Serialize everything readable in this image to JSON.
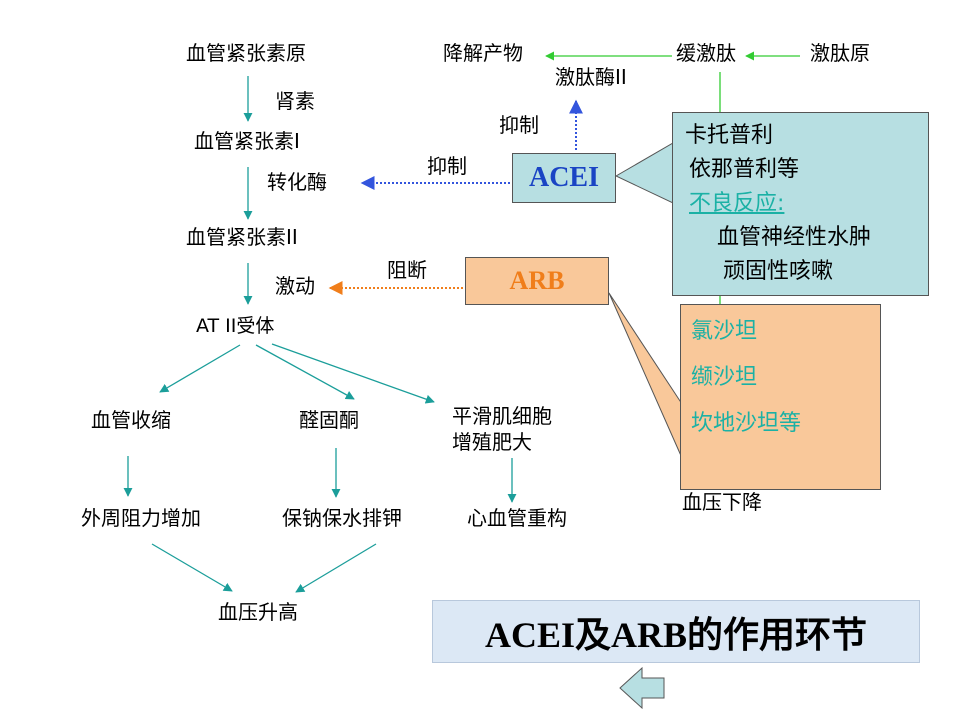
{
  "left_chain": {
    "angiotensinogen": "血管紧张素原",
    "renin": "肾素",
    "angiotensin_1": "血管紧张素I",
    "converting_enzyme": "转化酶",
    "angiotensin_2": "血管紧张素II",
    "activation": "激动",
    "at2_receptor": "AT II受体"
  },
  "effects": {
    "vasoconstriction": "血管收缩",
    "aldosterone": "醛固酮",
    "smooth_muscle_1": "平滑肌细胞",
    "smooth_muscle_2": "增殖肥大",
    "peripheral_resistance": "外周阻力增加",
    "sodium_water": "保钠保水排钾",
    "cardio_remodel": "心血管重构",
    "bp_rise": "血压升高"
  },
  "kinin": {
    "degradation": "降解产物",
    "bradykinin": "缓激肽",
    "kininogen": "激肽原",
    "kininase": "激肽酶II",
    "bp_drop": "血压下降"
  },
  "actions": {
    "inhibit_top": "抑制",
    "inhibit_left": "抑制",
    "block": "阻断"
  },
  "acei": {
    "label": "ACEI",
    "note_lines": [
      "卡托普利",
      "依那普利等"
    ],
    "adverse_label": "不良反应:",
    "adverse_lines": [
      "血管神经性水肿",
      "顽固性咳嗽"
    ]
  },
  "arb": {
    "label": "ARB",
    "drugs": [
      "氯沙坦",
      "缬沙坦",
      "坎地沙坦等"
    ]
  },
  "title": "ACEI及ARB的作用环节",
  "colors": {
    "arrow_teal": "#1b9e9a",
    "arrow_green": "#33cc33",
    "acei_blue": "#1a44c4",
    "arb_orange": "#f07e1b",
    "drug_teal": "#1bb1a5"
  }
}
